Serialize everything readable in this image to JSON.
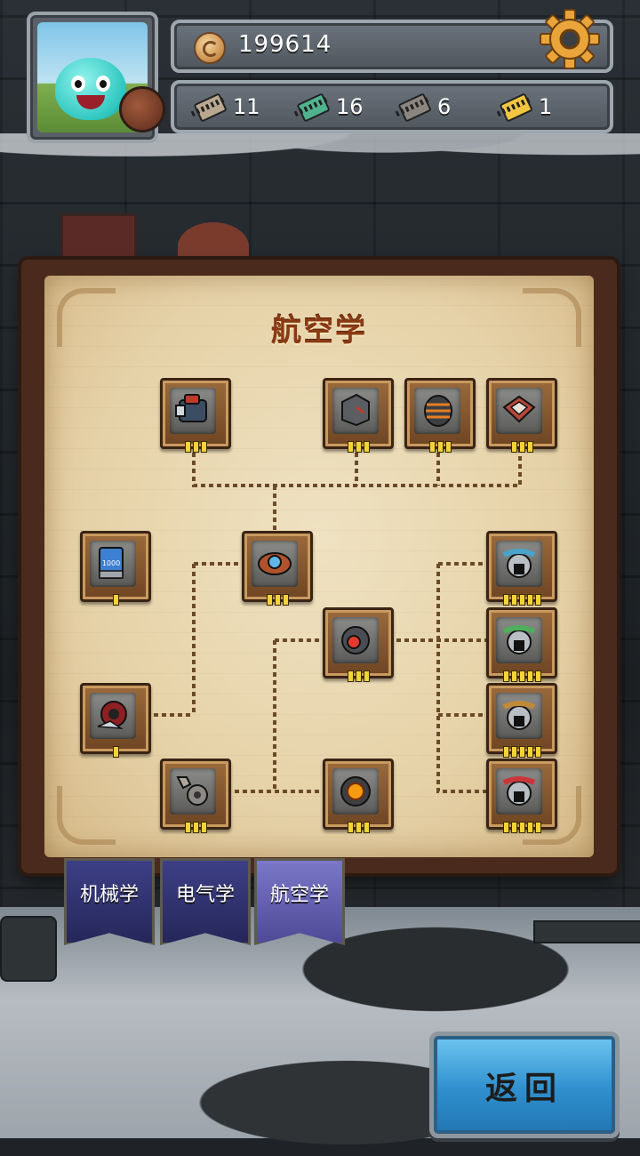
{
  "currency": {
    "coins": "199614"
  },
  "parts": [
    {
      "icon": "beige-chip-icon",
      "count": "11"
    },
    {
      "icon": "green-chip-icon",
      "count": "16"
    },
    {
      "icon": "gray-chip-icon",
      "count": "6"
    },
    {
      "icon": "yellow-chip-icon",
      "count": "1"
    }
  ],
  "board": {
    "title": "航空学",
    "nodes": [
      {
        "name": "tech-node-turret",
        "icon": "turret-cannon-icon",
        "level": 3
      },
      {
        "name": "tech-node-armor-plate",
        "icon": "armor-plate-icon",
        "level": 3
      },
      {
        "name": "tech-node-striped-shell",
        "icon": "striped-shell-icon",
        "level": 3
      },
      {
        "name": "tech-node-emblem",
        "icon": "shield-emblem-icon",
        "level": 3
      },
      {
        "name": "tech-node-battery",
        "icon": "battery-1000-icon",
        "level": 1
      },
      {
        "name": "tech-node-propeller-core",
        "icon": "propeller-core-icon",
        "level": 3
      },
      {
        "name": "tech-node-blue-wings",
        "icon": "blue-wing-pod-icon",
        "level": 5
      },
      {
        "name": "tech-node-red-eye",
        "icon": "red-eye-orb-icon",
        "level": 3
      },
      {
        "name": "tech-node-green-wings",
        "icon": "green-wing-pod-icon",
        "level": 5
      },
      {
        "name": "tech-node-coil",
        "icon": "coil-spool-icon",
        "level": 1
      },
      {
        "name": "tech-node-orange-wings",
        "icon": "orange-wing-pod-icon",
        "level": 5
      },
      {
        "name": "tech-node-gear-wrench",
        "icon": "gear-wrench-icon",
        "level": 3
      },
      {
        "name": "tech-node-fire-core",
        "icon": "fire-core-icon",
        "level": 3
      },
      {
        "name": "tech-node-red-wings",
        "icon": "red-wing-pod-icon",
        "level": 5
      }
    ]
  },
  "battery_label": "1000",
  "tabs": [
    {
      "label": "机械学",
      "active": false
    },
    {
      "label": "电气学",
      "active": false
    },
    {
      "label": "航空学",
      "active": true
    }
  ],
  "return_button": {
    "label": "返回"
  },
  "colors": {
    "pip": "#f3d23a",
    "title": "#8a3a13",
    "active_tab": "#7c78c9",
    "tab": "#3d3f86",
    "return": "#2f8fce"
  }
}
